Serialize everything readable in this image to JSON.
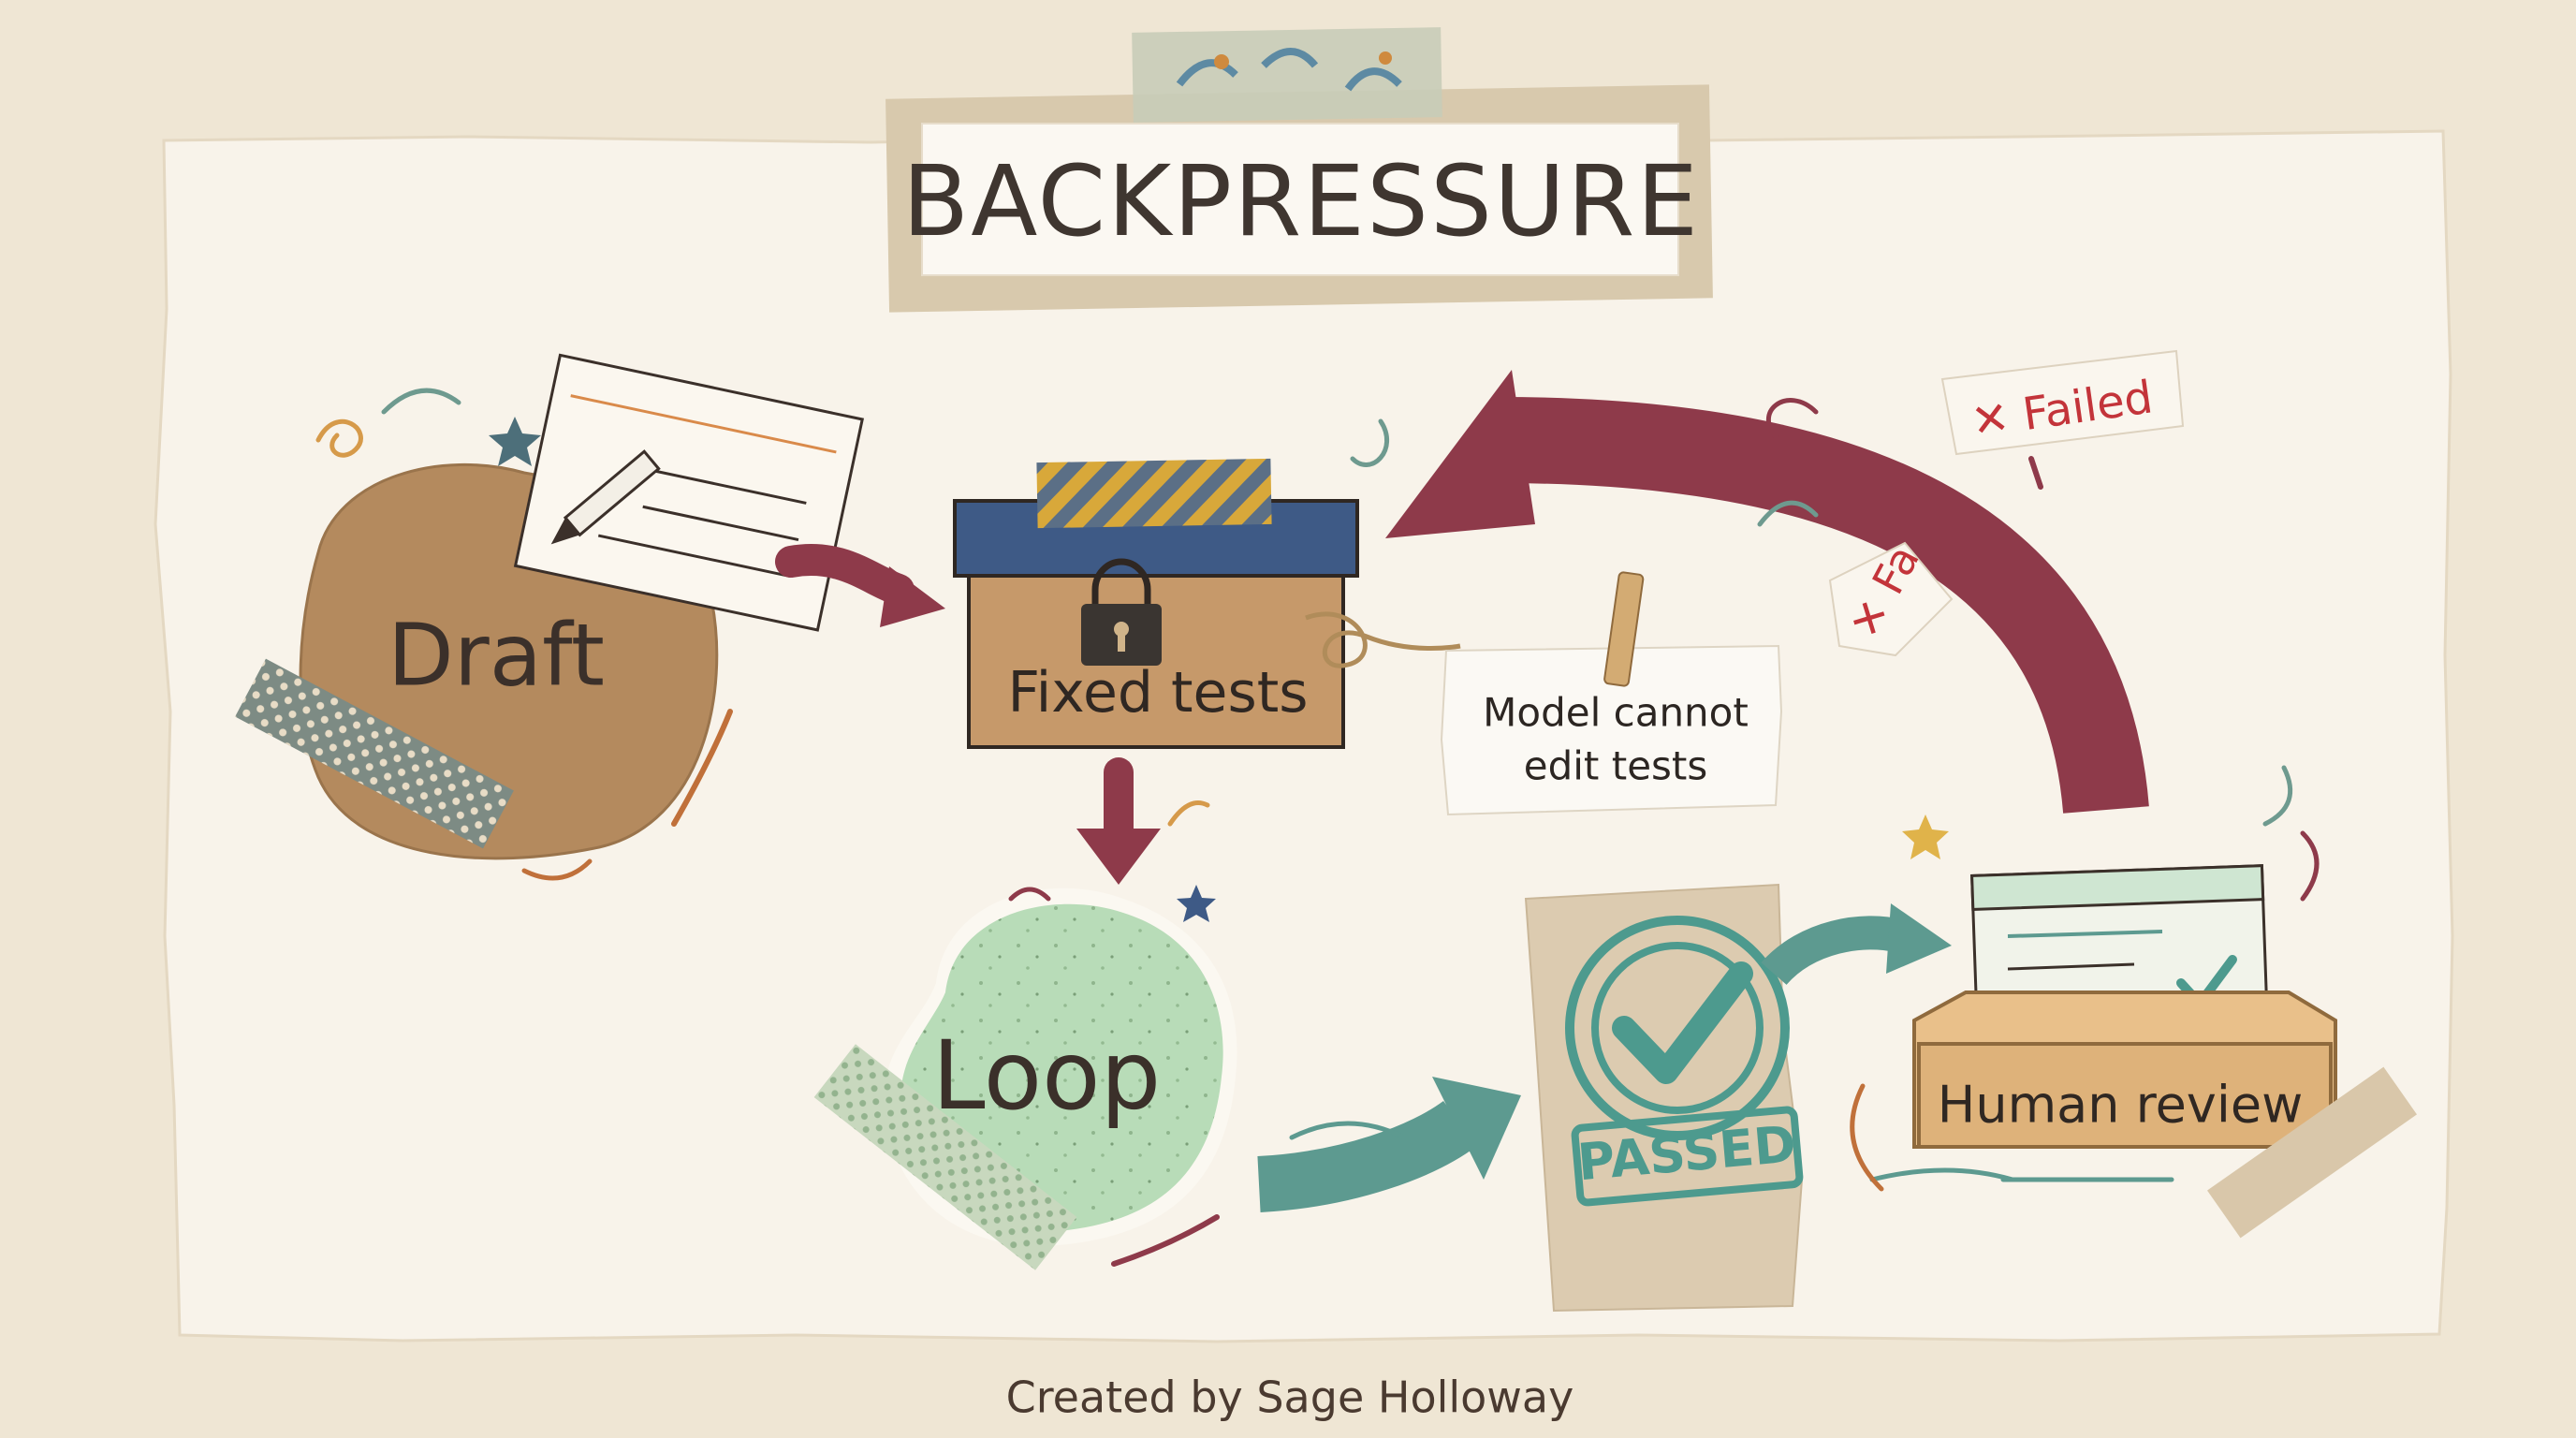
{
  "title": "BACKPRESSURE",
  "nodes": {
    "draft": {
      "label": "Draft"
    },
    "fixed_tests": {
      "label": "Fixed tests"
    },
    "loop": {
      "label": "Loop"
    },
    "passed": {
      "label": "PASSED"
    },
    "human_review": {
      "label": "Human review"
    }
  },
  "note": {
    "text": "Model cannot edit tests"
  },
  "failed_tags": [
    {
      "text": "✕ Failed"
    },
    {
      "text": "✕ Fa"
    }
  ],
  "credit": "Created by Sage Holloway",
  "icons": [
    "pencil-icon",
    "padlock-icon",
    "checkmark-icon",
    "clothespin-icon"
  ],
  "colors": {
    "background": "#efe6d4",
    "paper": "#f8f3ea",
    "kraft": "#b48a5e",
    "lid_blue": "#3e5a86",
    "arrow_maroon": "#8e3a4a",
    "arrow_teal": "#5d9a90",
    "loop_green": "#b8dcb8",
    "failed_red": "#c3343a",
    "stamp_teal": "#4d9a8e"
  }
}
